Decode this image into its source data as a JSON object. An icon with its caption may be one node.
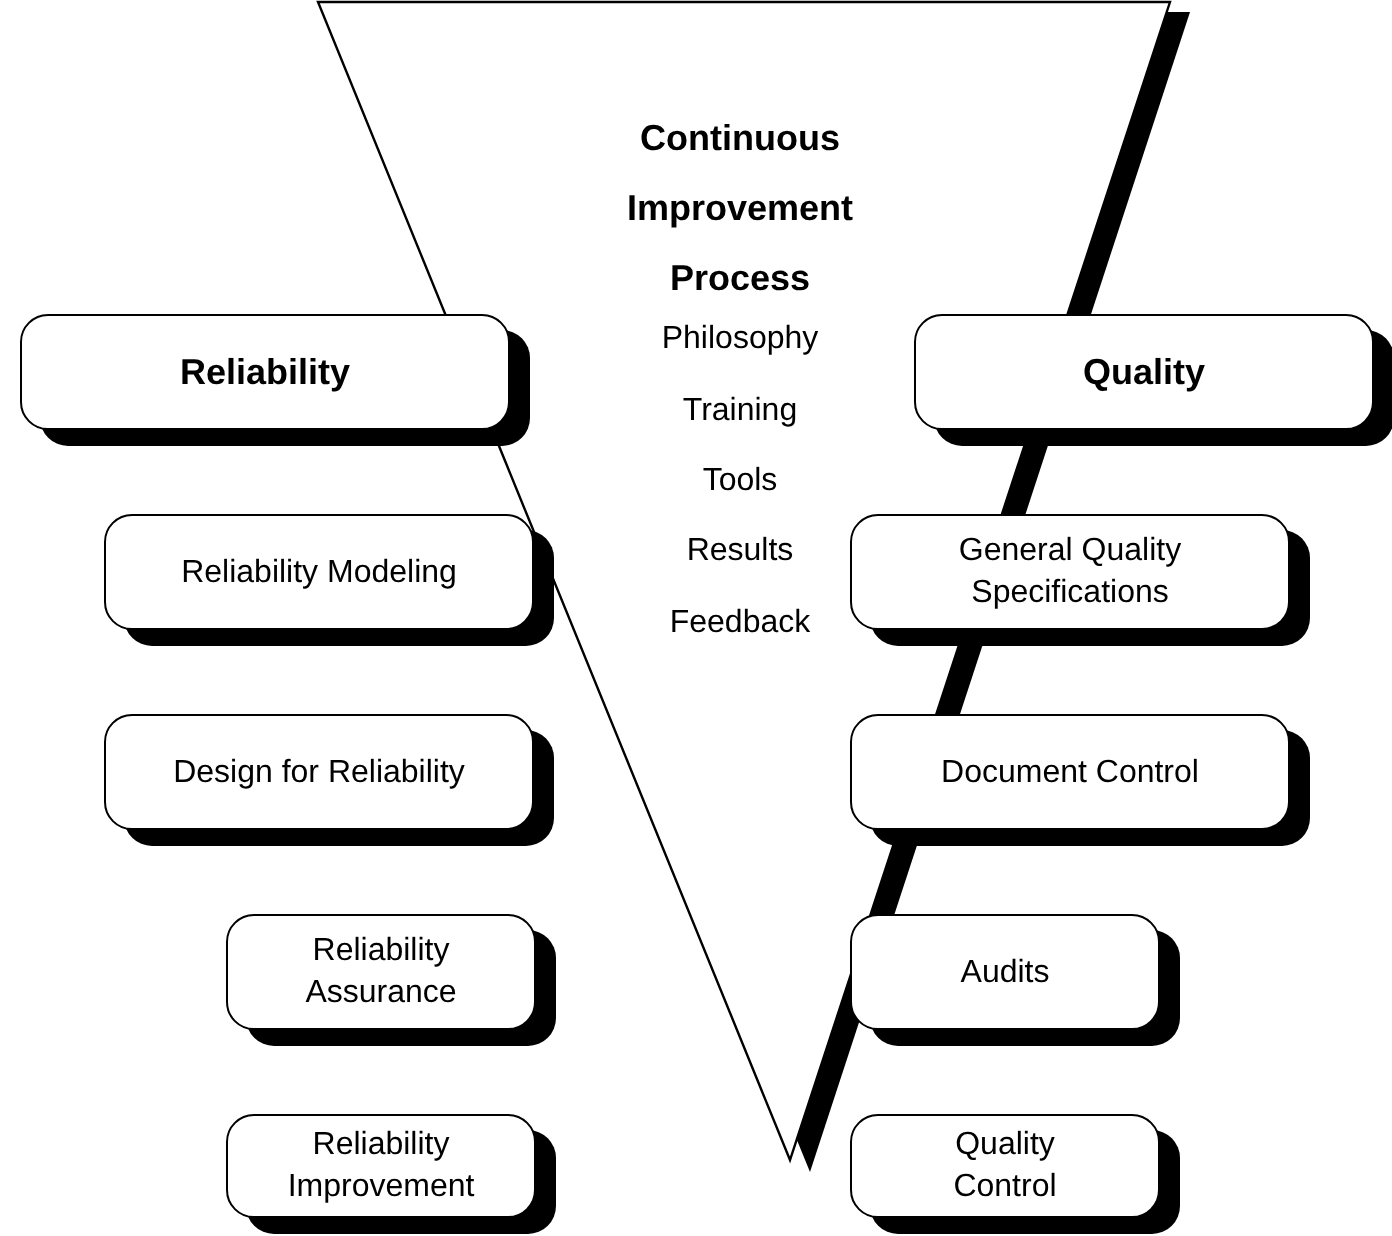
{
  "diagram": {
    "nodes": [
      {
        "text": [
          "Continuous Improvement Process",
          "Philosophy",
          "Training",
          "Tools",
          "Results",
          "Feedback"
        ]
      },
      {
        "text": [
          "Reliability"
        ]
      },
      {
        "text": [
          "Quality"
        ]
      },
      {
        "text": [
          "Reliability Modeling"
        ]
      },
      {
        "text": [
          "General Quality Specifications"
        ]
      },
      {
        "text": [
          "Design for Reliability"
        ]
      },
      {
        "text": [
          "Document Control"
        ]
      },
      {
        "text": [
          "Reliability Assurance"
        ]
      },
      {
        "text": [
          "Audits"
        ]
      },
      {
        "text": [
          "Reliability Improvement"
        ]
      },
      {
        "text": [
          "Quality Control"
        ]
      }
    ]
  }
}
